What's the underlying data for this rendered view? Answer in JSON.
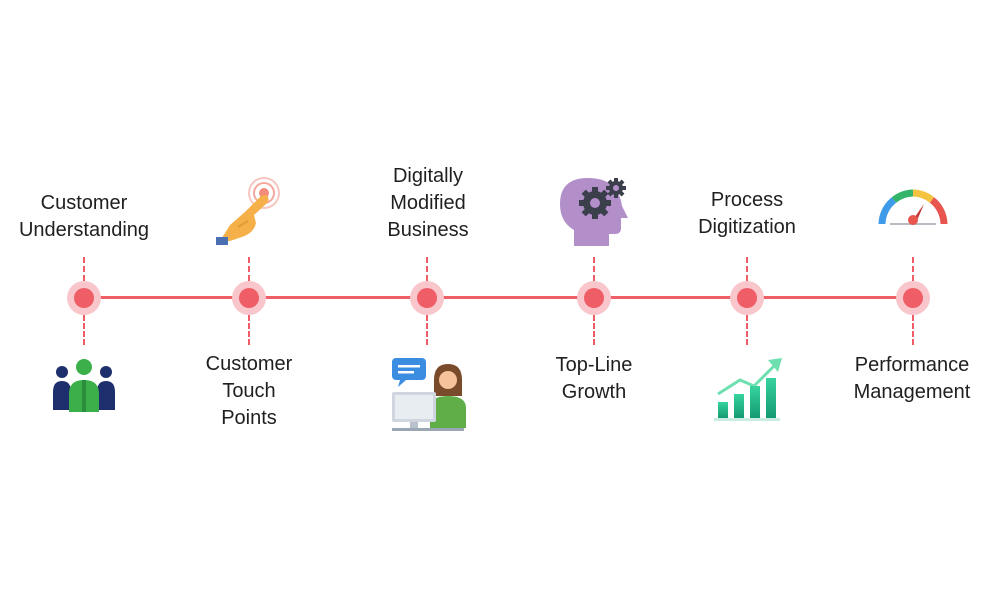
{
  "stages": [
    {
      "label_lines": [
        "Customer",
        "Understanding"
      ],
      "icon": "people-group-icon"
    },
    {
      "label_lines": [
        "Customer",
        "Touch",
        "Points"
      ],
      "icon": "pointing-hand-icon"
    },
    {
      "label_lines": [
        "Digitally",
        "Modified",
        "Business"
      ],
      "icon": "woman-at-computer-icon"
    },
    {
      "label_lines": [
        "Top-Line",
        "Growth"
      ],
      "icon": "brain-gears-icon"
    },
    {
      "label_lines": [
        "Process",
        "Digitization"
      ],
      "icon": "growth-bar-chart-icon"
    },
    {
      "label_lines": [
        "Performance",
        "Management"
      ],
      "icon": "speedometer-gauge-icon"
    }
  ],
  "colors": {
    "timeline": "#ef5d66",
    "node_halo": "#f8c6cb",
    "text": "#1f1f1f"
  }
}
